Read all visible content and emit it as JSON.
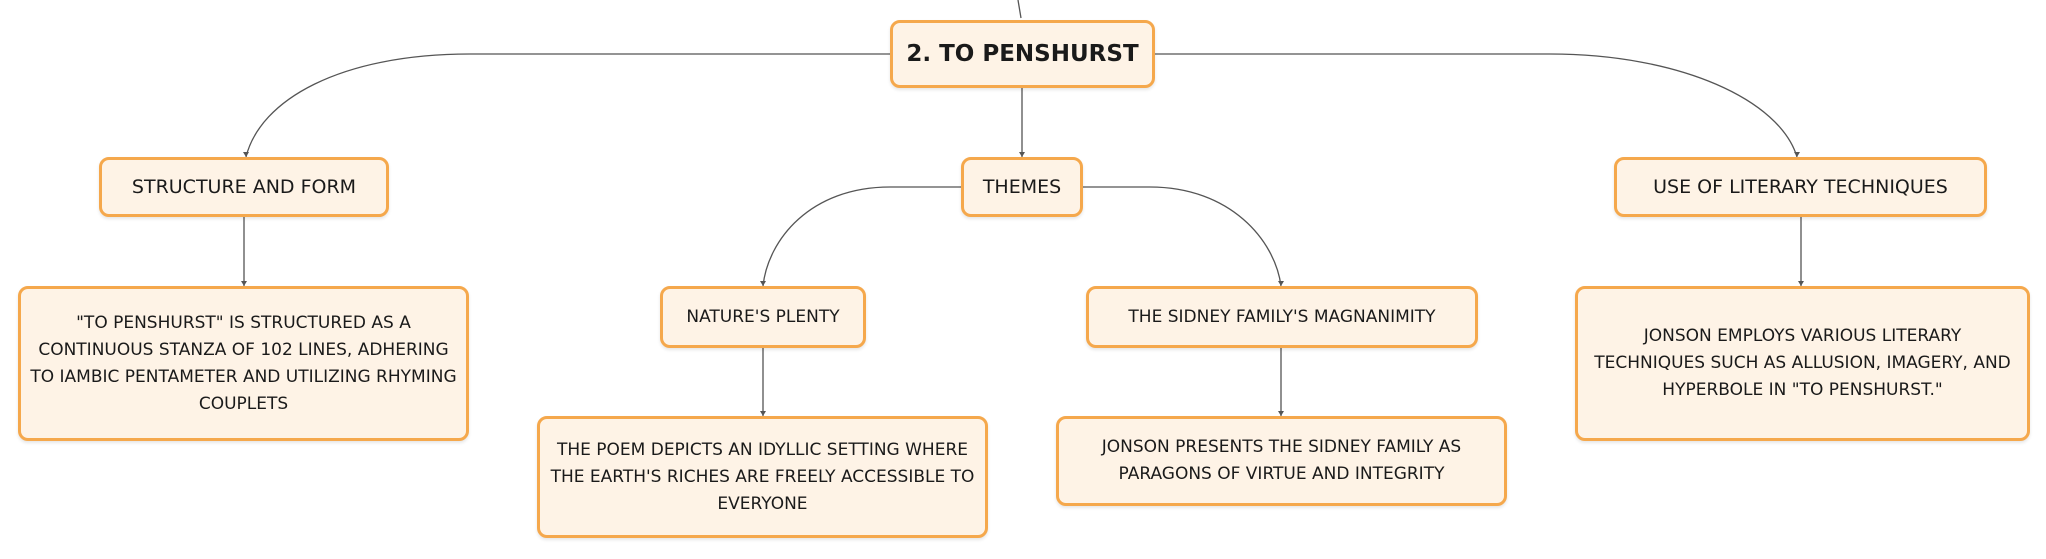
{
  "colors": {
    "node_border": "#f5a84c",
    "node_fill": "#fef3e6",
    "connector": "#555555",
    "text": "#1a1a1a"
  },
  "root": {
    "label": "2. TO PENSHURST"
  },
  "structure": {
    "label": "STRUCTURE AND FORM",
    "detail": "\"TO PENSHURST\" IS STRUCTURED AS A CONTINUOUS STANZA OF 102 LINES, ADHERING TO IAMBIC PENTAMETER AND UTILIZING RHYMING COUPLETS"
  },
  "themes": {
    "label": "THEMES",
    "nature": {
      "label": "NATURE'S PLENTY",
      "detail": "THE POEM DEPICTS AN IDYLLIC SETTING WHERE THE EARTH'S RICHES ARE FREELY ACCESSIBLE TO EVERYONE"
    },
    "sidney": {
      "label": "THE SIDNEY FAMILY'S MAGNANIMITY",
      "detail": "JONSON PRESENTS THE SIDNEY FAMILY AS PARAGONS OF VIRTUE AND INTEGRITY"
    }
  },
  "literary": {
    "label": "USE OF LITERARY TECHNIQUES",
    "detail": "JONSON EMPLOYS VARIOUS LITERARY TECHNIQUES SUCH AS ALLUSION, IMAGERY, AND HYPERBOLE IN \"TO PENSHURST.\""
  }
}
